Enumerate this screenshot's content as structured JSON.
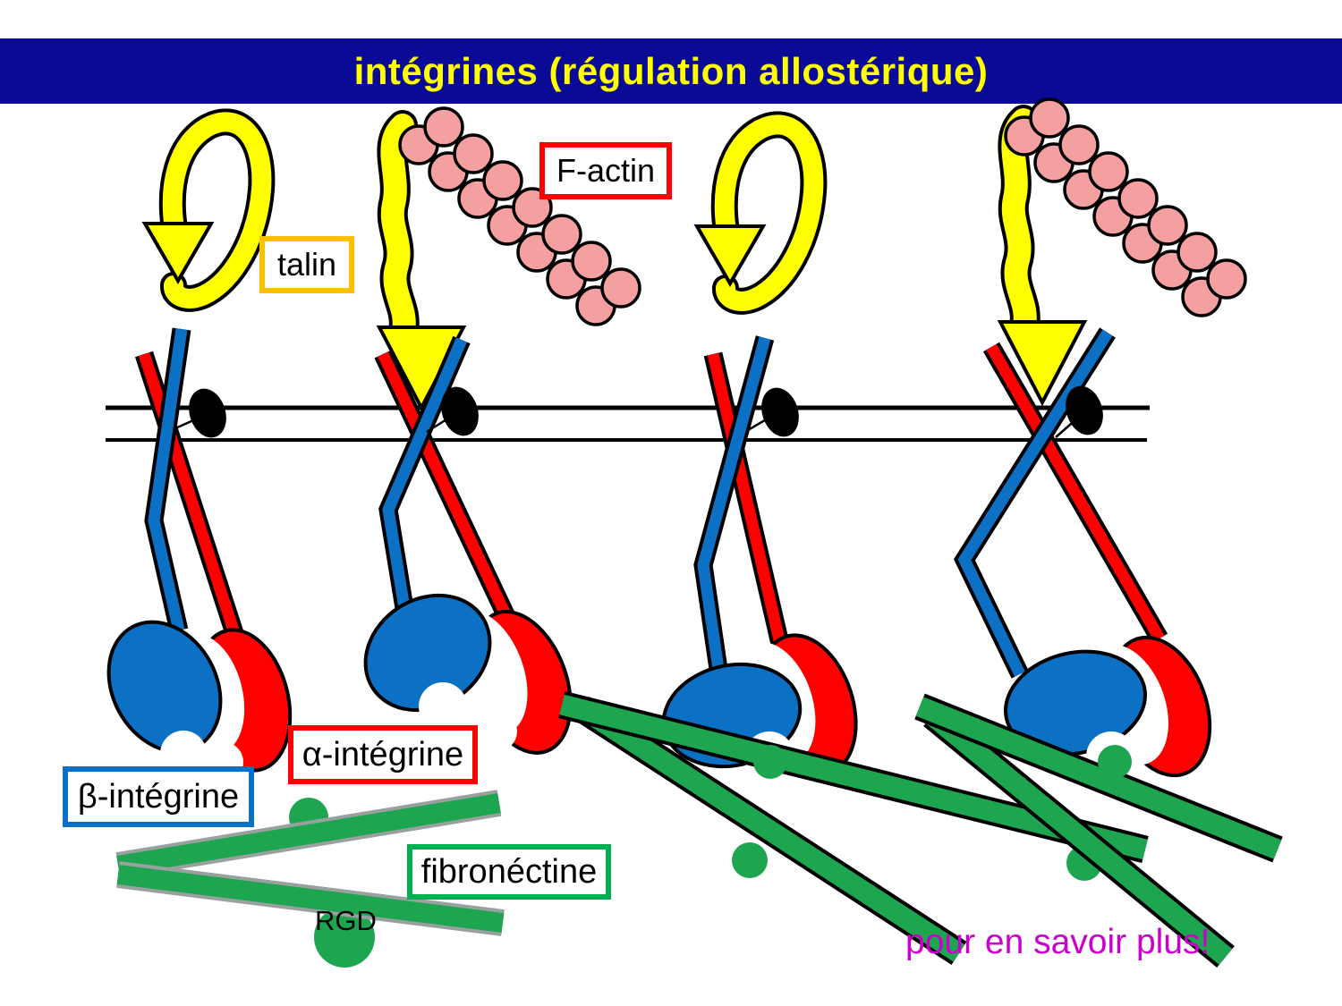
{
  "header": {
    "title": "intégrines (régulation allostérique)"
  },
  "labels": {
    "f_actin": "F-actin",
    "talin": "talin",
    "alpha_integrin": "α-intégrine",
    "beta_integrin": "β-intégrine",
    "fibronectin": "fibronéctine",
    "rgd": "RGD",
    "more_info": "pour en savoir plus!"
  },
  "colors": {
    "header_bg": "#0A0A96",
    "title_text": "#FFFF00",
    "alpha_subunit_red": "#FF0000",
    "beta_subunit_blue": "#0C70C4",
    "talin_yellow": "#FFFF00",
    "f_actin_pink": "#F4A0A0",
    "fibronectin_green": "#1EA550",
    "fibronectin_label_border": "#00B050",
    "talin_label_border": "#FFC000",
    "f_actin_label_border": "#FF0000",
    "beta_label_border": "#0C70C4",
    "more_info_text": "#CC00CC",
    "membrane_line": "#000000"
  }
}
